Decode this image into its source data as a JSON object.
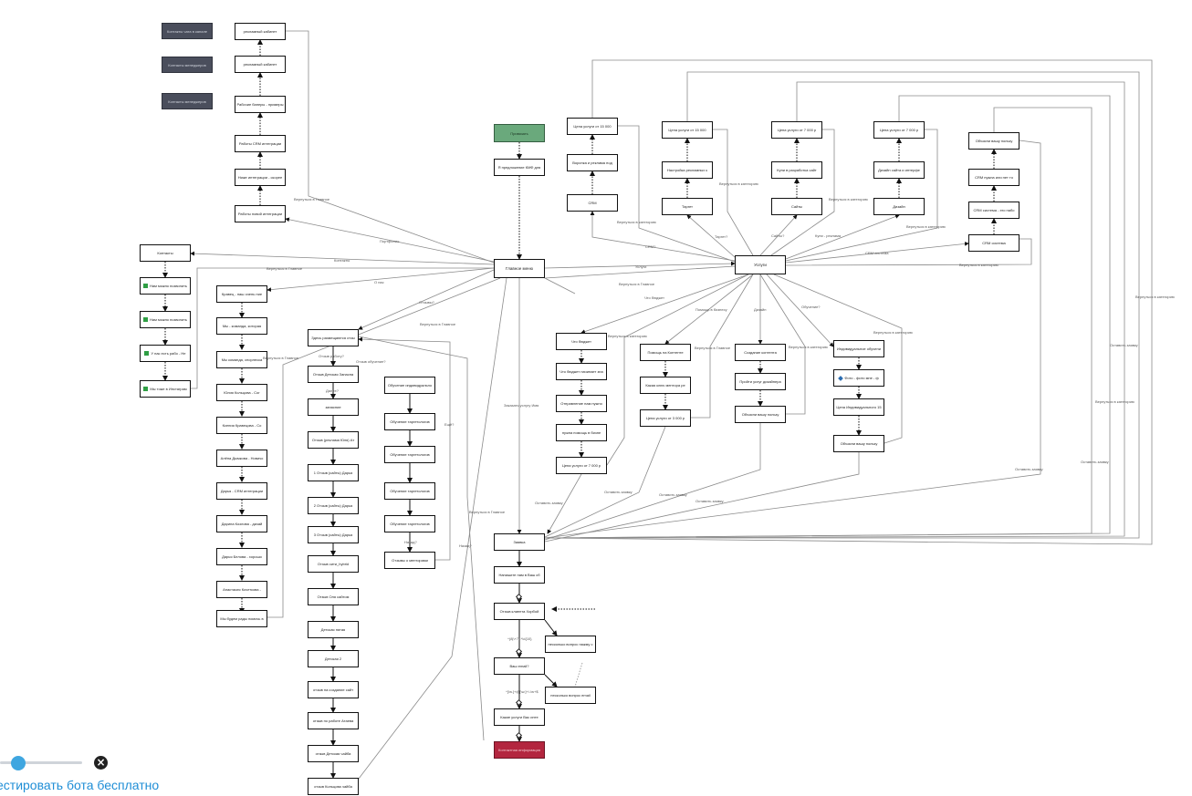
{
  "nodes": {
    "n_dark1": "Контакты чата в канале",
    "n_dark2": "Контакты менеджеров",
    "n_dark3": "Контакты менеджеров",
    "n_cab1": "рекламный кабинет",
    "n_cab2": "рекламный кабинет",
    "n_ads": "Рабочие банеры - примеры",
    "n_crm_work": "Работы CRM интеграции",
    "n_new_int": "Ниже интеграции - скорее",
    "n_work_int": "Работы новой интеграции",
    "n_contacts": "Контакты",
    "n_chk1": "Нам можно позвонить",
    "n_chk2": "Нам можно позвонить",
    "n_chk3": "У нас есть рабо - Не",
    "n_chk4": "Мы тоже в Инстаграм",
    "n_start": "Привязать",
    "n_start2": "Я предложение КМФ для",
    "n_main": "Главное меню",
    "n_team1": "Кравец - наш очень ние",
    "n_team2": "Мы - команда, которая",
    "n_team3": "Мы команда, спорлеска",
    "n_team4": "Юлия Кольцова - Сог",
    "n_team5": "Ксения Кравецова - Со",
    "n_team6": "Алёна Дымкова - Новичо",
    "n_team7": "Дарья - CRM интеграции",
    "n_team8": "Дарина Козлова - дизай",
    "n_team9": "Дарья Белова - хорошо",
    "n_team10": "Анастасия Кочеткова -",
    "n_team11": "Мы будем рады помочь в",
    "n_rev_head": "Здесь размещаются отзы",
    "n_rev1": "Отзыв Детская Запасна",
    "n_rev2": "запасние",
    "n_rev3": "Отзыв (реклама Юля) Ат",
    "n_rev4": "1 Отзыв (сайты) Дарья",
    "n_rev5": "2 Отзыв (сайты) Дарья",
    "n_rev6": "3 Отзыв (сайты) Дарья",
    "n_rev7": "Отзыв сити_hybrid",
    "n_rev8": "Отзыв Оля сайтом",
    "n_rev9": "Детская пятая",
    "n_rev10": "Детская 2",
    "n_rev11": "отзыв на создание сайт",
    "n_rev12": "отзыв по работе Атаева",
    "n_rev13": "отзыв Детская чайба",
    "n_rev14": "отзыв Кольцова чайба",
    "n_edu1": "Обучение индивидуально",
    "n_edu2": "Обучение таргетологов",
    "n_edu3": "Обучение таргетологов",
    "n_edu4": "Обучение таргетологов",
    "n_edu5": "Обучение таргетологов",
    "n_edu6": "Отзывы о менторами",
    "n_services": "Услуги",
    "n_price1": "Цена услуги от 15 000",
    "n_funnel": "Воронка и реклама под",
    "n_crm": "CRM",
    "n_price2": "Цена услуги от 15 000",
    "n_setup": "Настройка рекламных к",
    "n_target": "Таргет",
    "n_price3": "Цена услуги от 7 000 р",
    "n_site": "Купи в разработка сайт",
    "n_sites": "Сайты",
    "n_price4": "Цена услуги от 7 000 р",
    "n_design": "Дизайн сайта и интерфе",
    "n_designs": "Дизайн",
    "n_expl1": "Объясни вашу пользу",
    "n_crm_n1": "CRM нужна или нет то",
    "n_crm_n2": "CRM система - это набо",
    "n_crm_sys": "CRM система",
    "n_why": "Что бюджет",
    "n_why2": "Что бюджет начинает зна",
    "n_why3": "Отправление нам нужно",
    "n_why4": "нужна помощь в бизне",
    "n_price5": "Цена услуги от 7 000 р",
    "n_logo": "Помощь на Контенте",
    "n_logo2": "Какая ключ ментора ре",
    "n_price6": "Цена услуги от 3 000 р",
    "n_crepost": "Создание контента",
    "n_crepost2": "Пройти услуг дизайнера",
    "n_expl2": "Объясни вашу пользу",
    "n_indiv": "Индивидуальное обучени",
    "n_photo": "Фото - фото мне - ф",
    "n_price7": "Цена Индивидуального 15",
    "n_expl3": "Объясни вашу пользу",
    "n_order": "Заявка",
    "n_write": "Напишите нам в Ваш сб",
    "n_q1": "Отзыв клиента Хорбой",
    "n_q1b": "несколько вопрос нажму с",
    "n_q2": "Ваш email?",
    "n_q2b": "несколько вопрос email",
    "n_q3": "Какие услуги Вас инте",
    "n_final": "Контактная информация"
  },
  "edge_labels": {
    "l1": "Вернуться в Главное",
    "l2": "Портфолио",
    "l3": "Контакты",
    "l4": "Вернуться в Главное",
    "l5": "О нас",
    "l6": "Отзывы?",
    "l7": "Вернуться в Главное",
    "l8": "Вернуться в Главное",
    "l9": "Заказать услугу Имя",
    "l10": "Услуги",
    "l11": "Вернуться в Главное",
    "l12": "Что бюджет",
    "l13": "Помощь в бизнесу",
    "l14": "Дизайн",
    "l15": "Обучение?",
    "l16": "CRM?",
    "l17": "Таргет?",
    "l18": "Сайты?",
    "l19": "Купи - реклама",
    "l20": "CRM система",
    "l21": "Вернуться в категорию",
    "l22": "Вернуться в категорию",
    "l23": "Вернуться в категорию",
    "l24": "Вернуться в категорию",
    "l25": "Вернуться в категорию",
    "l26": "Вернуться в категорию",
    "l27": "Оставить заявку",
    "l28": "Оставить заявку",
    "l29": "Оставить заявку",
    "l30": "Оставить заявку",
    "l31": "Оставить заявку",
    "l32": "Оставить заявку",
    "l33": "Оставить заявку",
    "l34": "Отзыв работу?",
    "l35": "Отзыв обучение?",
    "l36": "Далее?",
    "l37": "Ещё?",
    "l38": "Назад?",
    "l39": "Вернуться в Главное",
    "l40": "^(8|\\+7).*\\d{10}",
    "l41": "^[\\w.]+@[\\w.]+\\.\\w+$",
    "l42": "Вернуться в Главное",
    "l43": "Назад?",
    "l44": "Вернуться в категорию",
    "l45": "Вернуться в категорию",
    "l46": "Вернуться в категорию",
    "l47": "Вернуться в категорию"
  },
  "colors": {
    "dark_node": "#4a4e5c",
    "start_node": "#6aa97c",
    "final_node": "#b3263f",
    "edge": "#888888",
    "accent": "#3fa6e0",
    "link": "#1f8ed6"
  },
  "footer": {
    "test_link": "естировать бота бесплатно"
  }
}
